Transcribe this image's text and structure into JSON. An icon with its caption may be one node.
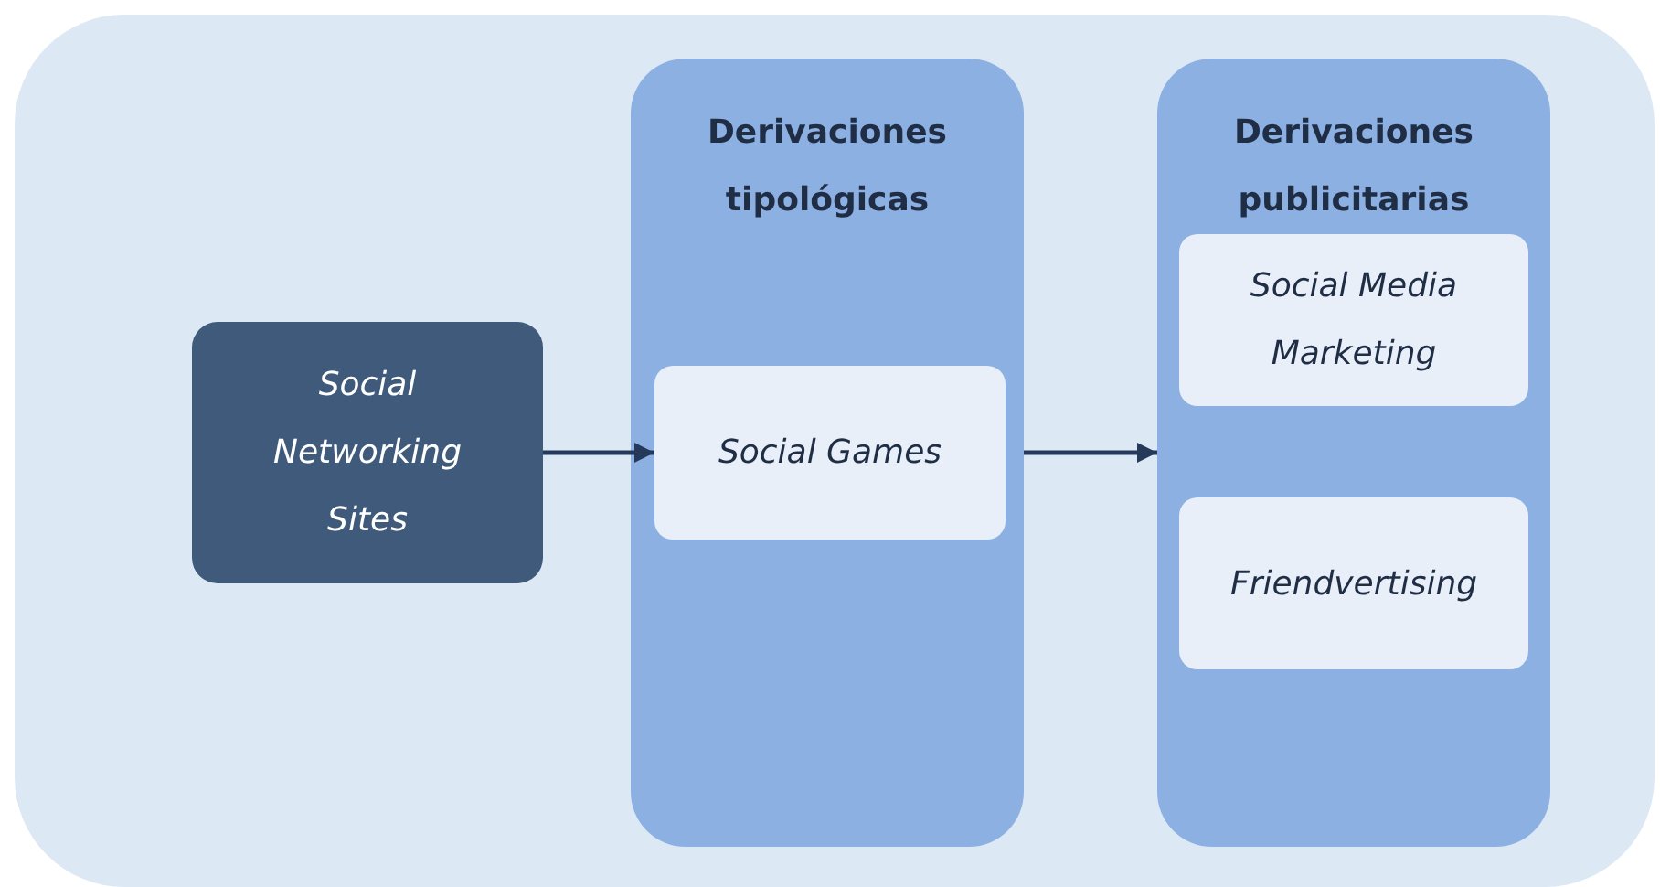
{
  "diagram": {
    "nodes": [
      {
        "text": [
          "Social Networking Sites"
        ]
      },
      {
        "text": [
          "Derivaciones tipológicas"
        ]
      },
      {
        "text": [
          "Social Games"
        ],
        "in": 1
      },
      {
        "text": [
          "Derivaciones publicitarias"
        ]
      },
      {
        "text": [
          "Social Media Marketing"
        ],
        "in": 3
      },
      {
        "text": [
          "Friendvertising"
        ],
        "in": 3
      }
    ],
    "edges": [
      {
        "from": 0,
        "to": 2,
        "arrow": "to"
      },
      {
        "from": 1,
        "to": 3,
        "arrow": "to"
      }
    ]
  }
}
